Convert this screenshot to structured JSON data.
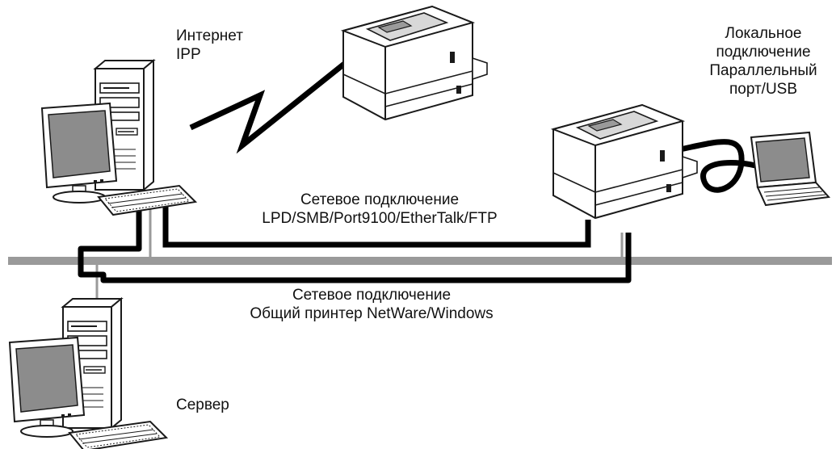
{
  "labels": {
    "internet": [
      "Интернет",
      "IPP"
    ],
    "local": [
      "Локальное",
      "подключение",
      "Параллельный",
      "порт/USB"
    ],
    "network_lpd": [
      "Сетевое подключение",
      "LPD/SMB/Port9100/EtherTalk/FTP"
    ],
    "network_shared": [
      "Сетевое подключение",
      "Общий принтер NetWare/Windows"
    ],
    "server": "Сервер"
  },
  "colors": {
    "cable": "#000000",
    "lan_bus": "#9a9a9a",
    "device_outline": "#1a1a1a",
    "screen": "#8c8c8c",
    "device_body": "#ffffff"
  },
  "icons": [
    "desktop-computer-icon",
    "printer-icon",
    "laptop-icon",
    "server-computer-icon"
  ]
}
